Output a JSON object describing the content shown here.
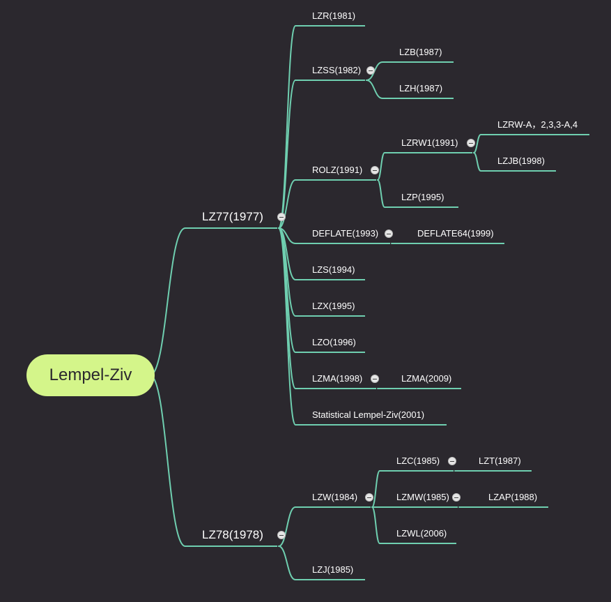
{
  "root": {
    "label": "Lempel-Ziv"
  },
  "colors": {
    "edge": "#6fcfb0",
    "root_fill": "#d4f58a",
    "background": "#2b282e",
    "text": "#ffffff"
  },
  "nodes": [
    {
      "id": "lz77",
      "label": "LZ77(1977)",
      "parent": "root",
      "level": 1
    },
    {
      "id": "lzr",
      "label": "LZR(1981)",
      "parent": "lz77",
      "level": 2
    },
    {
      "id": "lzss",
      "label": "LZSS(1982)",
      "parent": "lz77",
      "level": 2
    },
    {
      "id": "lzb",
      "label": "LZB(1987)",
      "parent": "lzss",
      "level": 3
    },
    {
      "id": "lzh",
      "label": "LZH(1987)",
      "parent": "lzss",
      "level": 3
    },
    {
      "id": "rolz",
      "label": "ROLZ(1991)",
      "parent": "lz77",
      "level": 2
    },
    {
      "id": "lzrw1",
      "label": "LZRW1(1991)",
      "parent": "rolz",
      "level": 3
    },
    {
      "id": "lzrwa",
      "label": "LZRW-A，2,3,3-A,4",
      "parent": "lzrw1",
      "level": 4
    },
    {
      "id": "lzjb",
      "label": "LZJB(1998)",
      "parent": "lzrw1",
      "level": 4
    },
    {
      "id": "lzp",
      "label": "LZP(1995)",
      "parent": "rolz",
      "level": 3
    },
    {
      "id": "deflate",
      "label": "DEFLATE(1993)",
      "parent": "lz77",
      "level": 2
    },
    {
      "id": "deflate64",
      "label": "DEFLATE64(1999)",
      "parent": "deflate",
      "level": 3
    },
    {
      "id": "lzs",
      "label": "LZS(1994)",
      "parent": "lz77",
      "level": 2
    },
    {
      "id": "lzx",
      "label": "LZX(1995)",
      "parent": "lz77",
      "level": 2
    },
    {
      "id": "lzo",
      "label": "LZO(1996)",
      "parent": "lz77",
      "level": 2
    },
    {
      "id": "lzma",
      "label": "LZMA(1998)",
      "parent": "lz77",
      "level": 2
    },
    {
      "id": "lzma2",
      "label": "LZMA(2009)",
      "parent": "lzma",
      "level": 3
    },
    {
      "id": "slz",
      "label": "Statistical Lempel-Ziv(2001)",
      "parent": "lz77",
      "level": 2
    },
    {
      "id": "lz78",
      "label": "LZ78(1978)",
      "parent": "root",
      "level": 1
    },
    {
      "id": "lzw",
      "label": "LZW(1984)",
      "parent": "lz78",
      "level": 2
    },
    {
      "id": "lzc",
      "label": "LZC(1985)",
      "parent": "lzw",
      "level": 3
    },
    {
      "id": "lzt",
      "label": "LZT(1987)",
      "parent": "lzc",
      "level": 4
    },
    {
      "id": "lzmw",
      "label": "LZMW(1985)",
      "parent": "lzw",
      "level": 3
    },
    {
      "id": "lzap",
      "label": "LZAP(1988)",
      "parent": "lzmw",
      "level": 4
    },
    {
      "id": "lzwl",
      "label": "LZWL(2006)",
      "parent": "lzw",
      "level": 3
    },
    {
      "id": "lzj",
      "label": "LZJ(1985)",
      "parent": "lz78",
      "level": 2
    }
  ]
}
